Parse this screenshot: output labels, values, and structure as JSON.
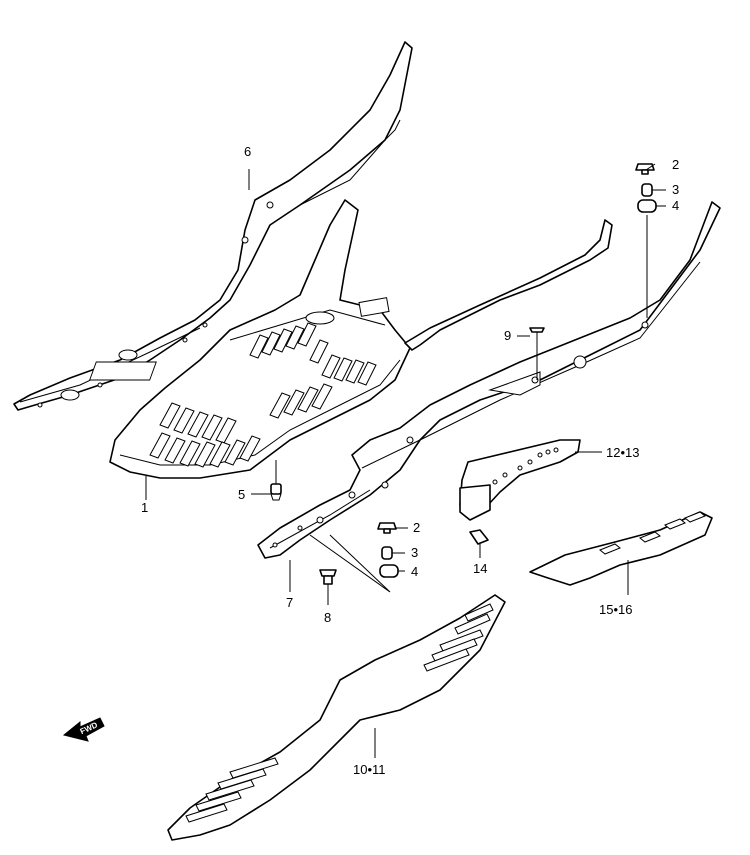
{
  "callouts": {
    "p1": "1",
    "p2a": "2",
    "p3a": "3",
    "p4a": "4",
    "p2b": "2",
    "p3b": "3",
    "p4b": "4",
    "p5": "5",
    "p6": "6",
    "p7": "7",
    "p8": "8",
    "p9": "9",
    "p10_11": "10•11",
    "p12_13": "12•13",
    "p14": "14",
    "p15_16": "15•16"
  },
  "fwd_label": "FWD"
}
